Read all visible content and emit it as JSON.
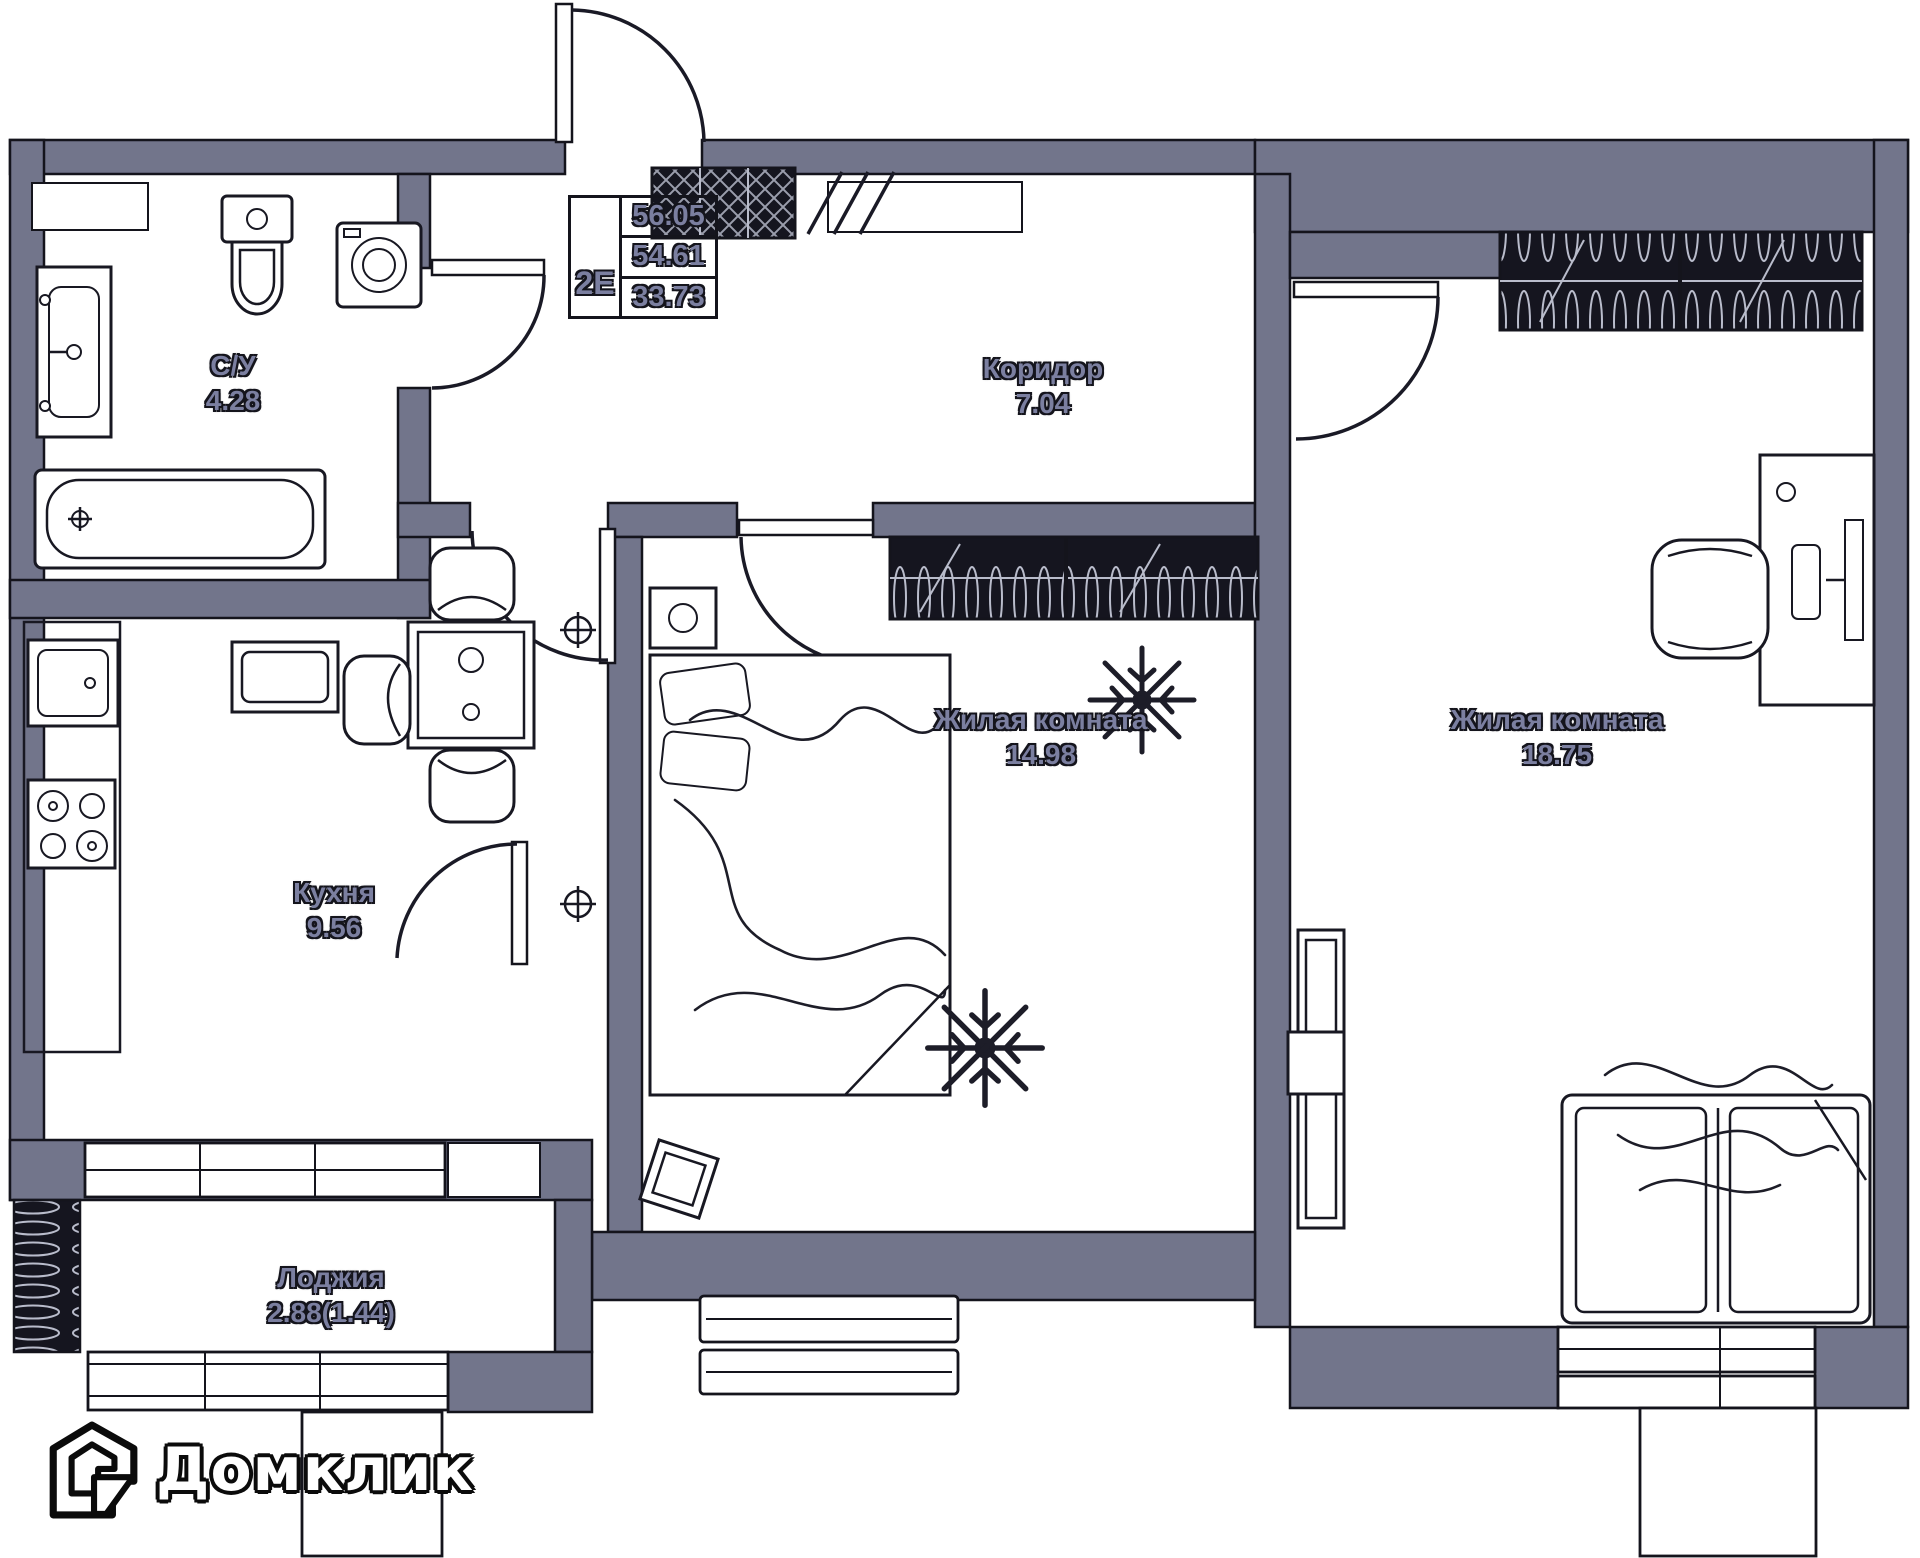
{
  "brand": {
    "logo_text": "Домклик"
  },
  "stamp": {
    "flat_type": "2Е",
    "total_area": "56.05",
    "area_2": "54.61",
    "area_3": "33.73"
  },
  "rooms": [
    {
      "name": "С/У",
      "area": "4.28"
    },
    {
      "name": "Коридор",
      "area": "7.04"
    },
    {
      "name": "Кухня",
      "area": "9.56"
    },
    {
      "name": "Жилая комната",
      "area": "14.98"
    },
    {
      "name": "Жилая комната",
      "area": "18.75"
    },
    {
      "name": "Лоджия",
      "area": "2.88(1.44)"
    }
  ],
  "colors": {
    "background": "#ffffff",
    "wall_fill": "#72758b",
    "outline": "#14141c",
    "label_text": "#7b7fa0",
    "logo_text": "#ffffff",
    "wardrobe_fill": "#15151f",
    "hatch_light": "#b9bccb"
  },
  "icons": [
    "entrance-door-arc-icon",
    "door-arc-icon",
    "toilet-icon",
    "washing-machine-icon",
    "bathroom-sink-icon",
    "bathtub-icon",
    "kitchen-sink-icon",
    "stove-icon",
    "counter-icon",
    "fridge-icon",
    "dining-table-icon",
    "chair-icon",
    "bed-icon",
    "nightstand-icon",
    "pouf-icon",
    "wardrobe-hangers-icon",
    "shaft-hatch-icon",
    "crosshair-icon",
    "plant-icon",
    "tv-unit-icon",
    "desk-icon",
    "desk-chair-icon",
    "sofa-icon",
    "blanket-icon",
    "window-icon",
    "radiator-coil-icon",
    "house-logo-icon"
  ]
}
